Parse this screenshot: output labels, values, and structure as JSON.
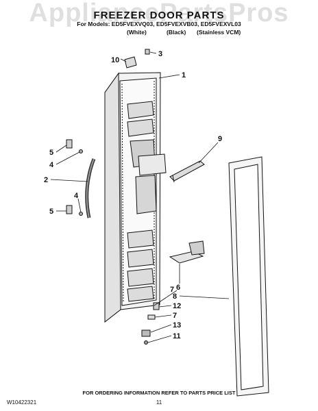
{
  "watermark": "AppliancePartsPros",
  "header": {
    "title": "FREEZER DOOR PARTS",
    "models": "For Models: ED5FVEXVQ03, ED5FVEXVB03, ED5FVEXVL03",
    "variants": [
      "(White)",
      "(Black)",
      "(Stainless VCM)"
    ]
  },
  "callouts": [
    "10",
    "3",
    "1",
    "9",
    "5",
    "4",
    "2",
    "4",
    "5",
    "6",
    "7",
    "8",
    "12",
    "7",
    "13",
    "11"
  ],
  "footer": {
    "ordering_note": "FOR ORDERING INFORMATION REFER TO PARTS PRICE LIST",
    "doc_number": "W10422321",
    "page_number": "11"
  }
}
